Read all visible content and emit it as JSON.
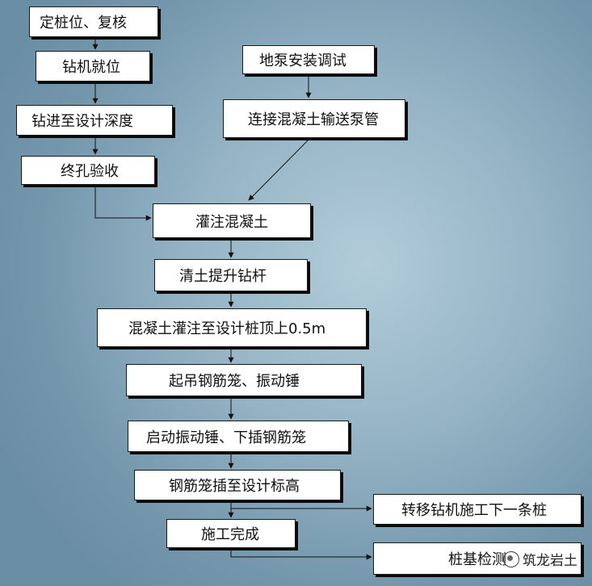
{
  "steps": {
    "s1": "定桩位、复核",
    "s2": "钻机就位",
    "s3": "钻进至设计深度",
    "s4": "终孔验收",
    "p1": "地泵安装调试",
    "p2": "连接混凝土输送泵管",
    "s5": "灌注混凝土",
    "s6": "清土提升钻杆",
    "s7": "混凝土灌注至设计桩顶上0.5m",
    "s8": "起吊钢筋笼、振动锤",
    "s9": "启动振动锤、下插钢筋笼",
    "s10": "钢筋笼插至设计标高",
    "r1": "转移钻机施工下一条桩",
    "s11": "施工完成",
    "r2": "桩基检测"
  },
  "watermark": "筑龙岩土",
  "colors": {
    "box_fill": "#ffffff",
    "box_border": "#1a1a1a",
    "background": "#93b2c4"
  }
}
